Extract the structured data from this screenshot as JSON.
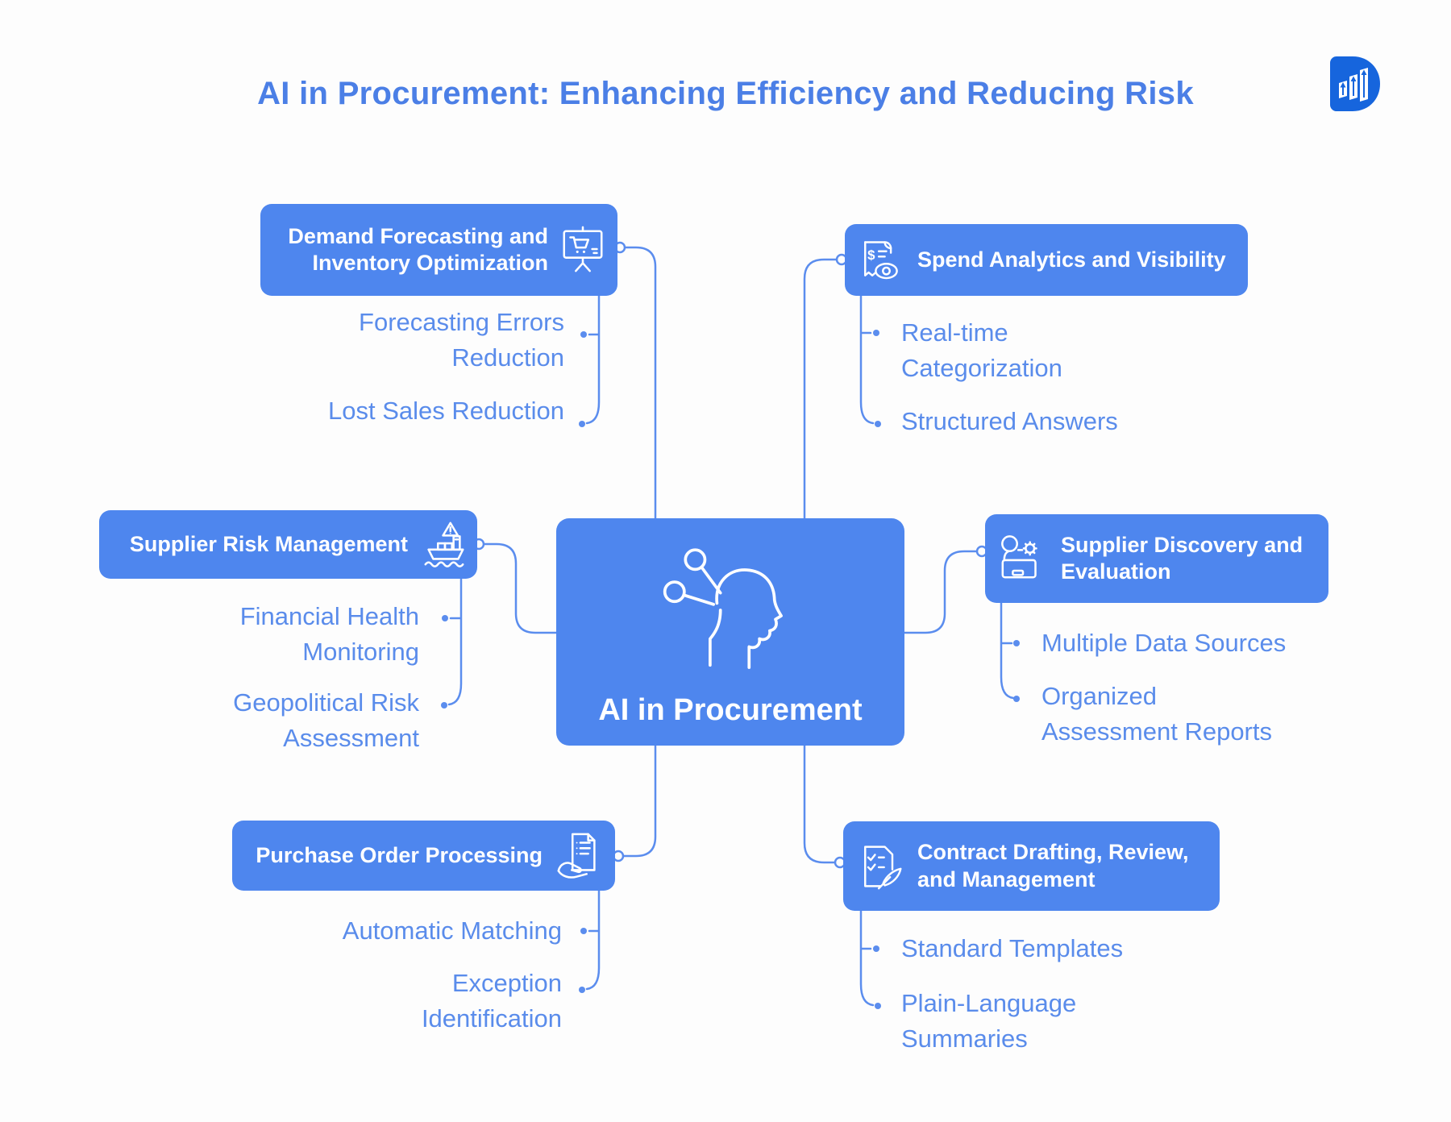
{
  "title": "AI in Procurement: Enhancing Efficiency and Reducing Risk",
  "colors": {
    "node_blue": "#4E86EE",
    "child_text_blue": "#5A8CEB",
    "connector_blue": "#5B8DEE",
    "title_blue": "#4B7FE6",
    "logo_blue": "#1665DD",
    "background": "#FDFDFD",
    "node_text": "#FFFFFF"
  },
  "logo": {
    "name": "growth-chart-logo"
  },
  "center_node": {
    "label": "AI in Procurement",
    "icon": "ai-head-icon"
  },
  "branches": [
    {
      "id": "demand-forecasting",
      "label_lines": [
        "Demand Forecasting and",
        "Inventory Optimization"
      ],
      "icon": "easel-cart-icon",
      "children": [
        [
          "Forecasting Errors",
          "Reduction"
        ],
        [
          "Lost Sales Reduction"
        ]
      ]
    },
    {
      "id": "spend-analytics",
      "label_lines": [
        "Spend Analytics and Visibility"
      ],
      "icon": "receipt-eye-icon",
      "children": [
        [
          "Real-time",
          "Categorization"
        ],
        [
          "Structured Answers"
        ]
      ]
    },
    {
      "id": "supplier-risk",
      "label_lines": [
        "Supplier Risk Management"
      ],
      "icon": "cargo-ship-warning-icon",
      "children": [
        [
          "Financial Health",
          "Monitoring"
        ],
        [
          "Geopolitical Risk",
          "Assessment"
        ]
      ]
    },
    {
      "id": "supplier-discovery",
      "label_lines": [
        "Supplier Discovery and",
        "Evaluation"
      ],
      "icon": "search-gear-card-icon",
      "children": [
        [
          "Multiple Data Sources"
        ],
        [
          "Organized",
          "Assessment Reports"
        ]
      ]
    },
    {
      "id": "purchase-order",
      "label_lines": [
        "Purchase Order Processing"
      ],
      "icon": "document-hand-icon",
      "children": [
        [
          "Automatic Matching"
        ],
        [
          "Exception",
          "Identification"
        ]
      ]
    },
    {
      "id": "contract-management",
      "label_lines": [
        "Contract Drafting, Review,",
        "and Management"
      ],
      "icon": "contract-quill-icon",
      "children": [
        [
          "Standard Templates"
        ],
        [
          "Plain-Language",
          "Summaries"
        ]
      ]
    }
  ]
}
